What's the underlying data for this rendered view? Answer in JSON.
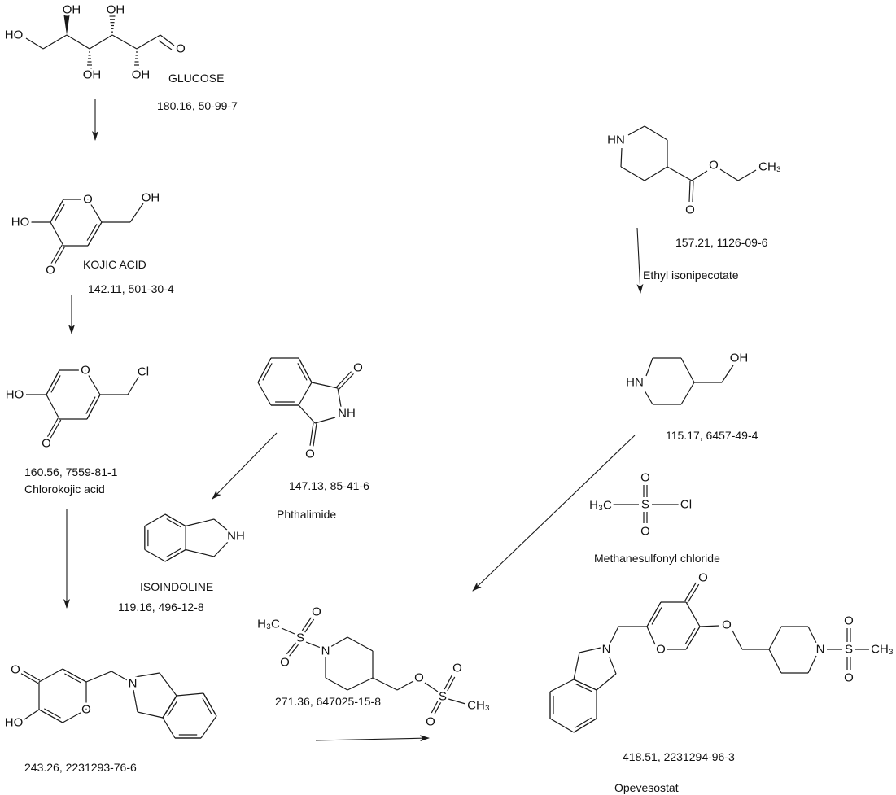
{
  "colors": {
    "ink": "#111111",
    "background": "#ffffff"
  },
  "molecules": {
    "glucose": {
      "name": "GLUCOSE",
      "info": "180.16, 50-99-7",
      "atoms": [
        "HO",
        "OH",
        "OH",
        "OH",
        "OH",
        "O"
      ]
    },
    "kojic_acid": {
      "name": "KOJIC ACID",
      "info": "142.11, 501-30-4",
      "atoms": [
        "O",
        "HO",
        "O",
        "OH"
      ]
    },
    "chlorokojic_acid": {
      "name": "Chlorokojic acid",
      "info": "160.56, 7559-81-1",
      "atoms": [
        "O",
        "HO",
        "O",
        "Cl"
      ]
    },
    "phthalimide": {
      "name": "Phthalimide",
      "info": "147.13, 85-41-6",
      "atoms": [
        "O",
        "NH",
        "O"
      ]
    },
    "isoindoline": {
      "name": "ISOINDOLINE",
      "info": "119.16, 496-12-8",
      "atoms": [
        "NH"
      ]
    },
    "intermediate_243": {
      "info": "243.26, 2231293-76-6",
      "atoms": [
        "O",
        "HO",
        "O",
        "N"
      ]
    },
    "mesylate": {
      "info": "271.36, 647025-15-8",
      "atoms": [
        "H₃C",
        "S",
        "O",
        "O",
        "N",
        "O",
        "S",
        "O",
        "O",
        "CH₃"
      ]
    },
    "ethyl_isonipecotate": {
      "name": "Ethyl isonipecotate",
      "info": "157.21, 1126-09-6",
      "atoms": [
        "HN",
        "O",
        "O",
        "CH₃"
      ]
    },
    "piperidinemethanol": {
      "info": "115.17, 6457-49-4",
      "atoms": [
        "HN",
        "OH"
      ]
    },
    "methanesulfonyl_chloride": {
      "name": "Methanesulfonyl chloride",
      "atoms": [
        "H₃C",
        "S",
        "O",
        "O",
        "Cl"
      ]
    },
    "opevesostat": {
      "name": "Opevesostat",
      "info": "418.51,  2231294-96-3",
      "atoms": [
        "N",
        "O",
        "O",
        "O",
        "N",
        "S",
        "O",
        "O",
        "CH₃"
      ]
    }
  }
}
